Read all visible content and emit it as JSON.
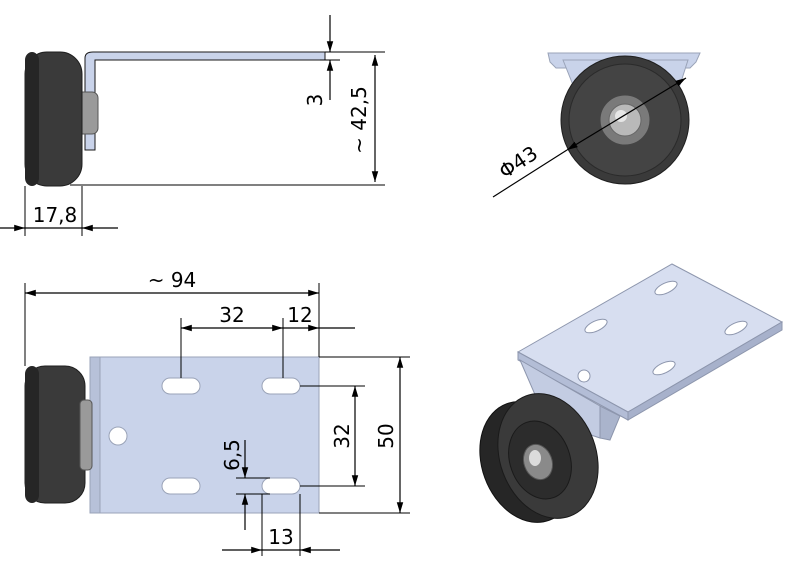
{
  "drawing": {
    "colors": {
      "plate": "#c9d3ea",
      "plate_edge": "#9aa3b8",
      "wheel": "#3a3a3a",
      "wheel_dark": "#1f1f1f",
      "hub": "#9a9a9a",
      "background": "#ffffff"
    },
    "side_view": {
      "dim_thickness": "3",
      "dim_height": "~ 42,5",
      "dim_wheel_width": "17,8"
    },
    "front_view": {
      "dim_diameter": "Φ43"
    },
    "top_view": {
      "dim_overall_length": "~ 94",
      "dim_slot_pitch": "32",
      "dim_edge_offset": "12",
      "dim_slot_vertical_pitch": "32",
      "dim_plate_width": "50",
      "dim_slot_width": "6,5",
      "dim_slot_length": "13"
    },
    "iso_view": {
      "icon": "caster-isometric-icon"
    }
  }
}
